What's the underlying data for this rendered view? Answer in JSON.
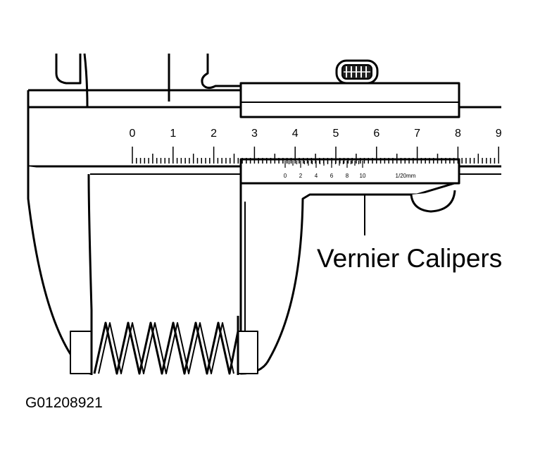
{
  "diagram": {
    "callout_label": "Vernier Calipers",
    "figure_id": "G01208921",
    "main_scale": {
      "numbers": [
        "0",
        "1",
        "2",
        "3",
        "4",
        "5",
        "6",
        "7",
        "8",
        "9"
      ]
    },
    "vernier_scale": {
      "numbers": [
        "0",
        "2",
        "4",
        "6",
        "8",
        "10"
      ],
      "unit_label": "1/20mm"
    }
  }
}
